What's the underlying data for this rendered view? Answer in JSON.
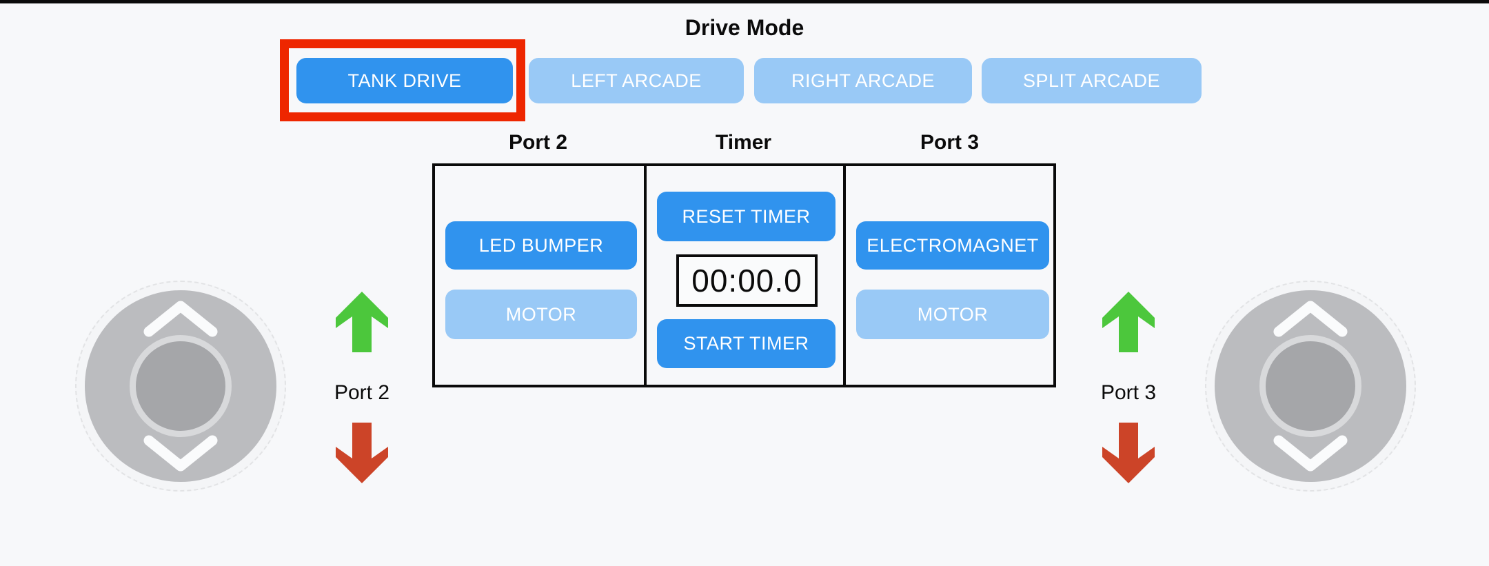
{
  "colors": {
    "background": "#f7f8fa",
    "active_blue": "#3093ee",
    "inactive_blue": "#99c9f6",
    "highlight_red": "#ee2600",
    "arrow_green": "#4cc73c",
    "arrow_red": "#cc4428",
    "border_black": "#0a0a0a"
  },
  "drive_mode": {
    "title": "Drive Mode",
    "buttons": [
      {
        "label": "TANK DRIVE",
        "state": "selected"
      },
      {
        "label": "LEFT ARCADE",
        "state": "inactive"
      },
      {
        "label": "RIGHT ARCADE",
        "state": "inactive"
      },
      {
        "label": "SPLIT ARCADE",
        "state": "inactive"
      }
    ]
  },
  "panel": {
    "columns": [
      {
        "header": "Port 2"
      },
      {
        "header": "Timer"
      },
      {
        "header": "Port 3"
      }
    ],
    "port2": {
      "buttons": [
        {
          "label": "LED BUMPER",
          "state": "active"
        },
        {
          "label": "MOTOR",
          "state": "inactive"
        }
      ]
    },
    "timer": {
      "reset_label": "RESET TIMER",
      "value": "00:00.0",
      "start_label": "START TIMER"
    },
    "port3": {
      "buttons": [
        {
          "label": "ELECTROMAGNET",
          "state": "active"
        },
        {
          "label": "MOTOR",
          "state": "inactive"
        }
      ]
    }
  },
  "joysticks": {
    "left": {
      "label": "Port 2"
    },
    "right": {
      "label": "Port 3"
    }
  }
}
